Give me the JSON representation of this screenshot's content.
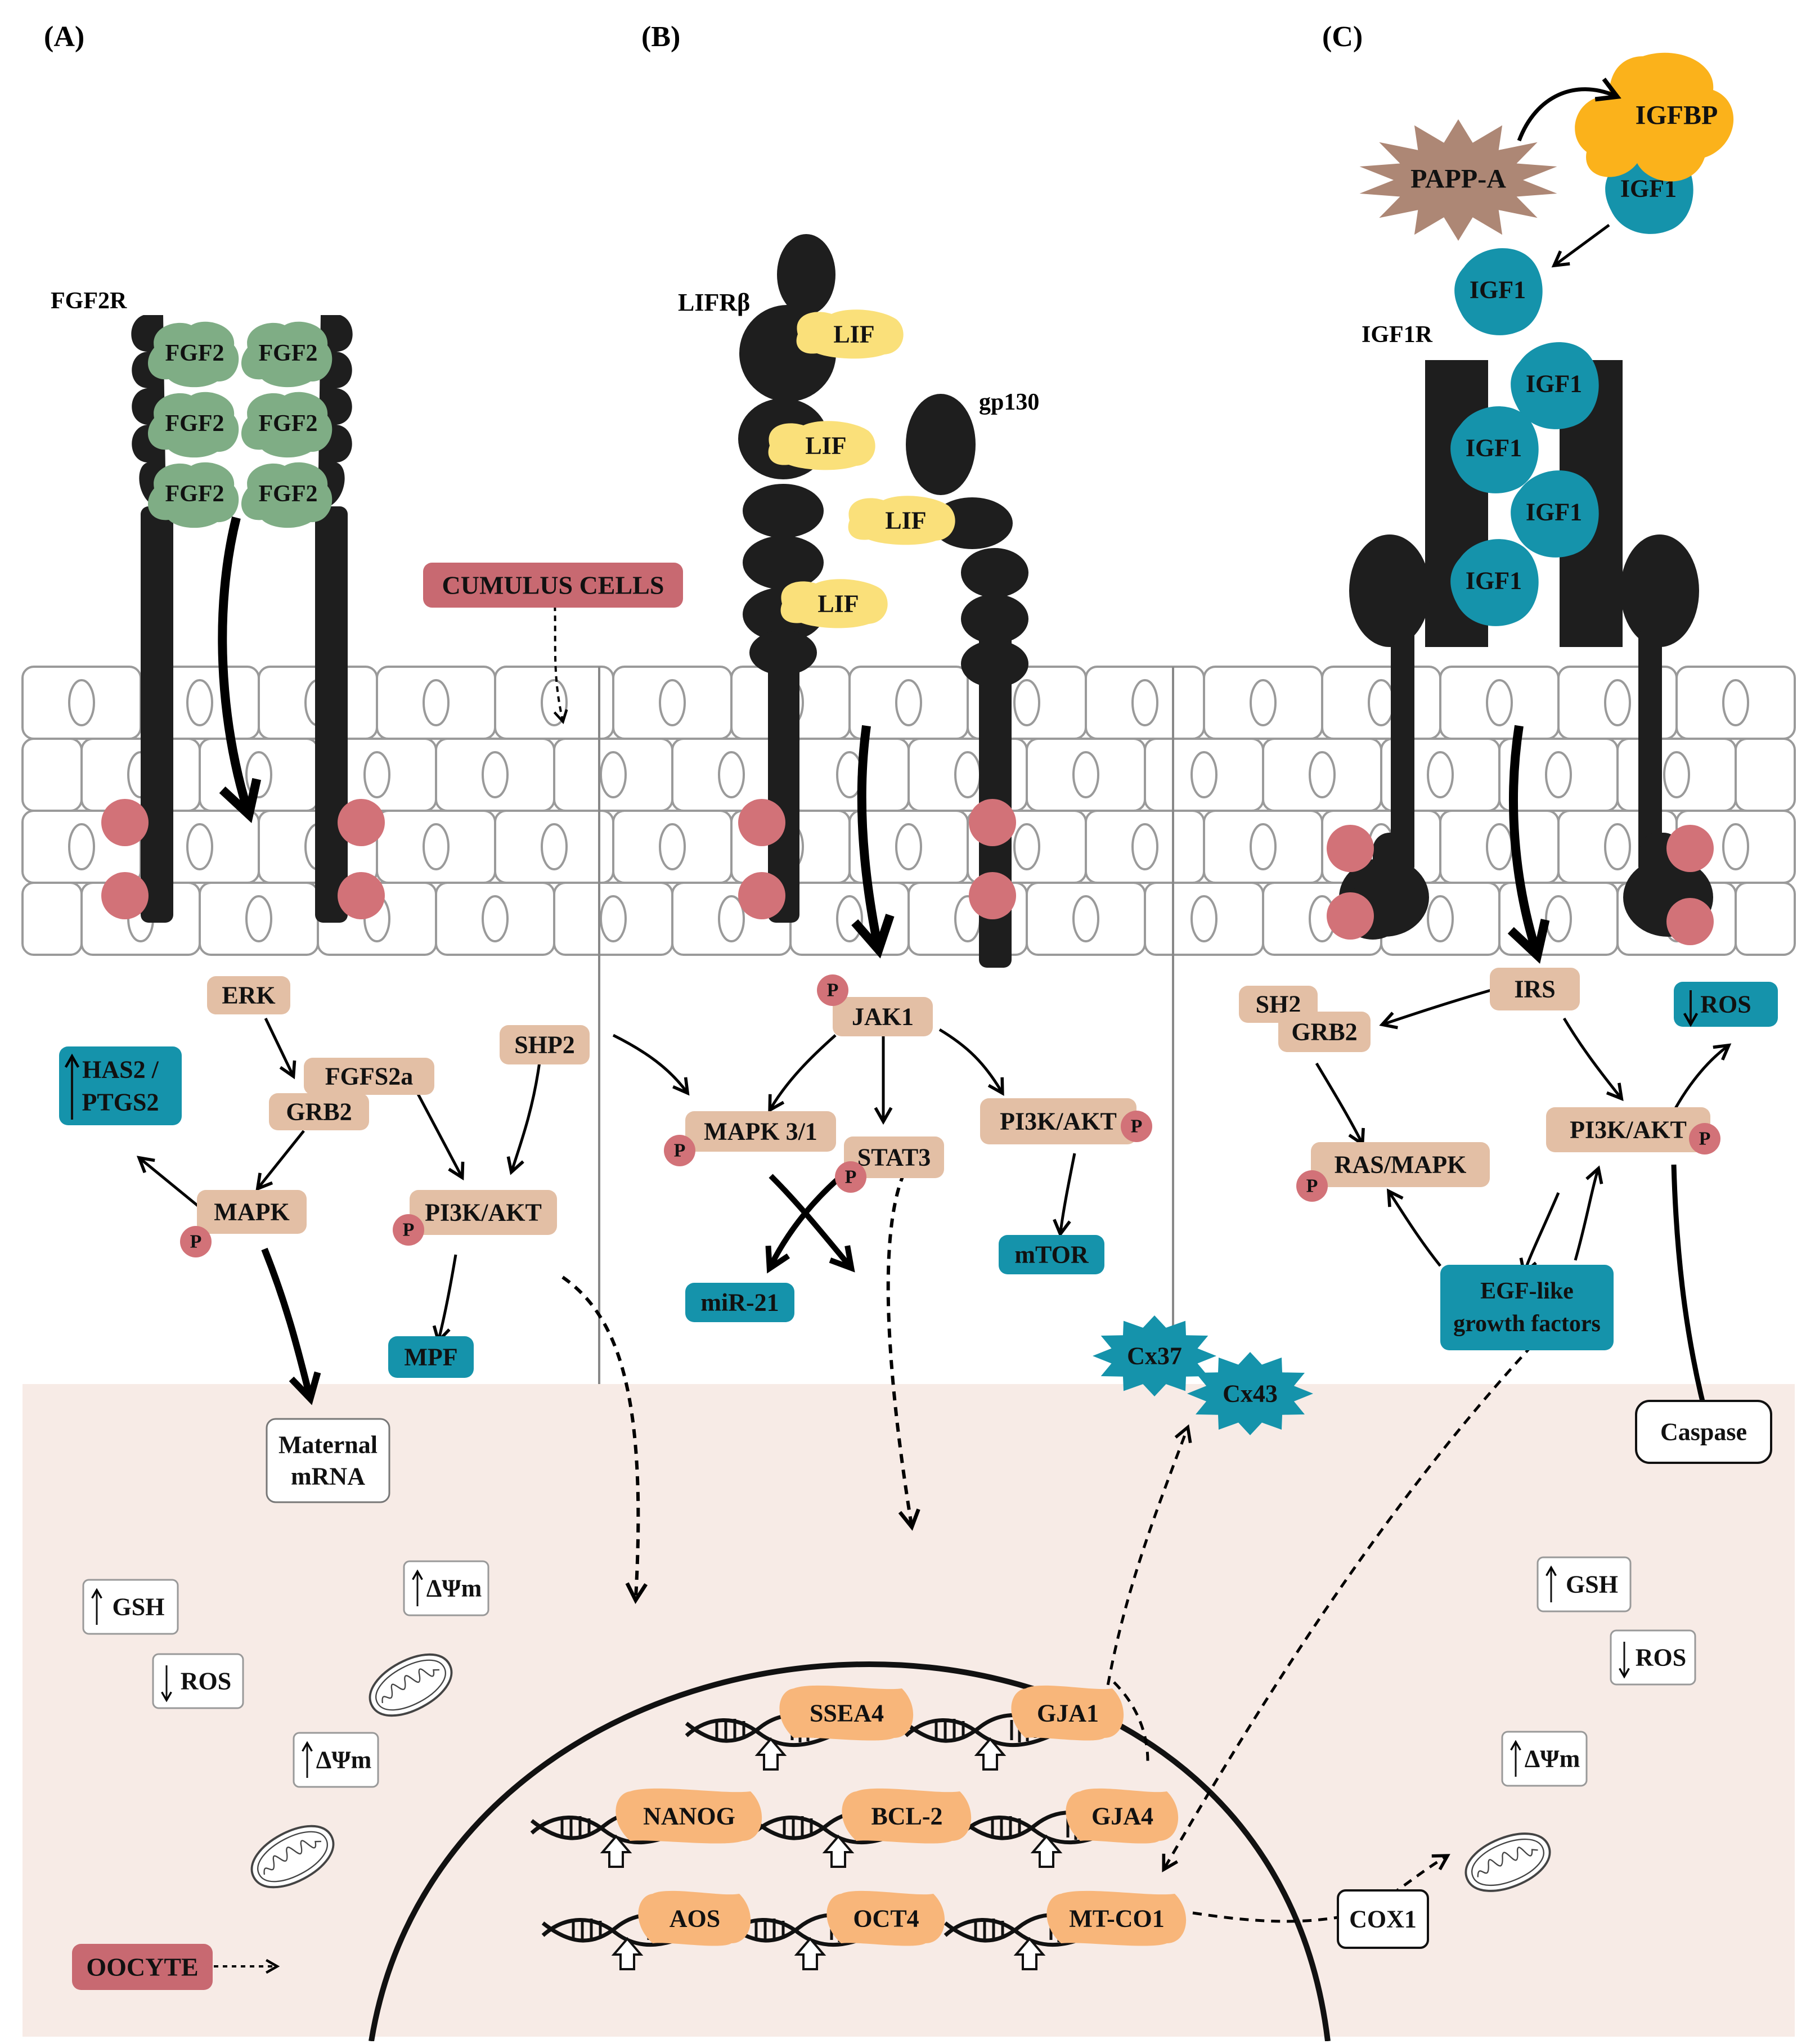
{
  "panels": {
    "a": "(A)",
    "b": "(B)",
    "c": "(C)"
  },
  "receptors": {
    "fgf2r": "FGF2R",
    "lifrb": "LIFRβ",
    "gp130": "gp130",
    "igf1r": "IGF1R"
  },
  "ligands": {
    "fgf2": "FGF2",
    "lif": "LIF",
    "igf1": "IGF1",
    "igfbp": "IGFBP",
    "pappa": "PAPP-A"
  },
  "phospho": "P",
  "cells": {
    "cumulus": "CUMULUS CELLS",
    "oocyte": "OOCYTE"
  },
  "path_a": {
    "erk": "ERK",
    "fgfs2a": "FGFS2a",
    "grb2": "GRB2",
    "shp2": "SHP2",
    "mapk": "MAPK",
    "pi3k": "PI3K/AKT",
    "has2_line1": "HAS2 /",
    "has2_line2": "PTGS2",
    "mpf": "MPF",
    "maternal_line1": "Maternal",
    "maternal_line2": "mRNA"
  },
  "path_b": {
    "jak1": "JAK1",
    "mapk31": "MAPK 3/1",
    "stat3": "STAT3",
    "pi3k": "PI3K/AKT",
    "mir21": "miR-21",
    "mtor": "mTOR",
    "cx37": "Cx37",
    "cx43": "Cx43"
  },
  "path_c": {
    "irs": "IRS",
    "sh2": "SH2",
    "grb2": "GRB2",
    "ros": "ROS",
    "pi3k": "PI3K/AKT",
    "rasmapk": "RAS/MAPK",
    "egf_line1": "EGF-like",
    "egf_line2": "growth factors",
    "caspase": "Caspase"
  },
  "markers": {
    "gsh": "GSH",
    "ros": "ROS",
    "dpsi": "ΔΨm"
  },
  "genes": {
    "ssea4": "SSEA4",
    "gja1": "GJA1",
    "nanog": "NANOG",
    "bcl2": "BCL-2",
    "gja4": "GJA4",
    "aos": "AOS",
    "oct4": "OCT4",
    "mtco1": "MT-CO1",
    "cox1": "COX1"
  },
  "colors": {
    "phospho": "#d27278",
    "kinase": "#e3bfa5",
    "effector": "#1593ab",
    "fgf2": "#7fad85",
    "lif": "#fae07a",
    "igfbp": "#fbb21b",
    "pappa": "#ad8775",
    "gene": "#f8b67a",
    "cell_label": "#c86971",
    "oocyte_bg": "#f7ebe6",
    "receptor": "#1e1e1e"
  }
}
